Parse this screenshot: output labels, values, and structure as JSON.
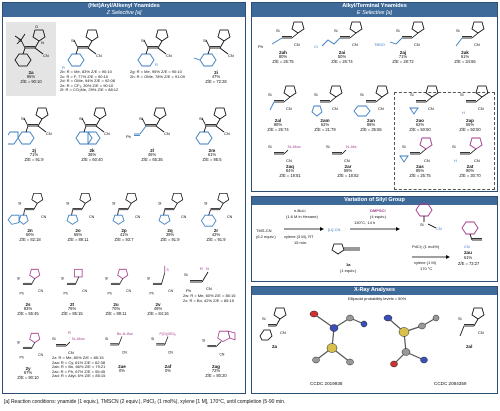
{
  "left_panel": {
    "title": "(Het)Aryl/Alkenyl Ynamides",
    "subtitle": "Z Selective [a]",
    "entries": [
      {
        "id": "2a",
        "pct": "96%",
        "ez": "Z/E = 90:10"
      },
      {
        "id": "2d",
        "pct": "",
        "ez": ""
      },
      {
        "id": "2h",
        "pct": "",
        "ez": ""
      },
      {
        "id": "2i",
        "pct": "47%",
        "ez": "Z/E = 72:28"
      },
      {
        "id": "2j",
        "pct": "71%",
        "ez": "Z/E = 91:9"
      },
      {
        "id": "2k",
        "pct": "36%",
        "ez": "Z/E = 60:40"
      },
      {
        "id": "2l",
        "pct": "46%",
        "ez": "Z/E = 65:35"
      },
      {
        "id": "2m",
        "pct": "61%",
        "ez": "Z/E = 95:5"
      },
      {
        "id": "2n",
        "pct": "60%",
        "ez": "Z/E = 82:18"
      },
      {
        "id": "2o",
        "pct": "65%",
        "ez": "Z/E = 89:11"
      },
      {
        "id": "2p",
        "pct": "41%",
        "ez": "Z/E = 93:7"
      },
      {
        "id": "2q",
        "pct": "39%",
        "ez": "Z/E = 91:9"
      },
      {
        "id": "2r",
        "pct": "43%",
        "ez": "Z/E = 91:9"
      },
      {
        "id": "2s",
        "pct": "83%",
        "ez": "Z/E = 55:45"
      },
      {
        "id": "2t",
        "pct": "76%",
        "ez": "Z/E = 85:15"
      },
      {
        "id": "2u",
        "pct": "70%",
        "ez": "Z/E = 89:11"
      },
      {
        "id": "2v",
        "pct": "49%",
        "ez": "Z/E = 84:16"
      },
      {
        "id": "2y",
        "pct": "67%",
        "ez": "Z/E = 90:10"
      },
      {
        "id": "2ae",
        "pct": "0%",
        "ez": ""
      },
      {
        "id": "2af",
        "pct": "0%",
        "ez": ""
      },
      {
        "id": "2ag",
        "pct": "72%",
        "ez": "Z/E = 80:20"
      }
    ],
    "variants_d": [
      "2b: R = Me, 83% Z/E = 90:10",
      "2c: R = F, 77% Z/E = 90:10",
      "2d: R = OMe, 94% Z/E = 92:08",
      "2e: R = CF₃, 30% Z/E = 90:10",
      "2f: R = CO₂Me, 29% Z/E = 88:12"
    ],
    "variants_h": [
      "2g: R = Me, 95% Z/E = 90:10",
      "2h: R = OMe, 78% Z/E = 91:09"
    ],
    "variants_w": [
      "2w: R = Me, 60% Z/E = 85:15",
      "2x: R = Bn, 42% Z/E = 85:15"
    ],
    "variants_y": [
      "2z: R = Me, 80% Z/E = 85:15",
      "2aa: R = Cy, 61% Z/E = 62:38",
      "2ab: R = Bn, 66% Z/E = 79:21",
      "2ac: R = Ph, 67% Z/E = 55:45",
      "2ad: R = Allyl, 6% Z/E = 85:15"
    ],
    "labels": {
      "r": "R",
      "ph": "Ph",
      "n_moc": "N–Moc",
      "bn_n_boc": "Bn–N–Boc",
      "n_boc": "N–Boc",
      "po_oet2": "P(O)(OEt)₂",
      "s_n": "N",
      "s_label": "S"
    }
  },
  "right_top": {
    "title": "Alkyl/Terminal Ynamides",
    "subtitle": "E Selective [a]",
    "entries": [
      {
        "id": "2ah",
        "pct": "80%",
        "ez": "Z/E = 25:75"
      },
      {
        "id": "2ai",
        "pct": "50%",
        "ez": "Z/E = 26:74"
      },
      {
        "id": "2aj",
        "pct": "71%",
        "ez": "Z/E = 28:72"
      },
      {
        "id": "2ak",
        "pct": "61%",
        "ez": "Z/E = 34:66"
      },
      {
        "id": "2al",
        "pct": "88%",
        "ez": "Z/E = 26:74"
      },
      {
        "id": "2am",
        "pct": "62%",
        "ez": "Z/E = 21:79"
      },
      {
        "id": "2an",
        "pct": "88%",
        "ez": "Z/E = 35:65"
      },
      {
        "id": "2ao",
        "pct": "62%",
        "ez": "Z/E = 50:50"
      },
      {
        "id": "2ap",
        "pct": "55%",
        "ez": "Z/E = 50:50"
      },
      {
        "id": "2aq",
        "pct": "84%",
        "ez": "Z/E = 19:81"
      },
      {
        "id": "2ar",
        "pct": "58%",
        "ez": "Z/E = 18:82"
      },
      {
        "id": "2as",
        "pct": "85%",
        "ez": "Z/E = 25:75"
      },
      {
        "id": "2at",
        "pct": "90%",
        "ez": "Z/E = 30:70"
      }
    ],
    "labels": {
      "tbso": "TBSO",
      "cl": "Cl",
      "n_moc": "N–Moc",
      "n_ms": "N–Ms",
      "h": "H"
    }
  },
  "right_mid": {
    "title": "Variation of Silyl Group",
    "reagents": [
      "TMS-CN",
      "(6.2 equiv.)",
      "n-BuLi",
      "(1.6 M in Hexane)",
      "[Li]-CN",
      "xylene (3 M), RT",
      "15 min.",
      "DMPSCl",
      "(4 equiv.)",
      "130°C, 14 h",
      "1a",
      "(1 equiv.)",
      "PdCl₂ (1 mol%)",
      "xylene (1 M)",
      "170 °C"
    ],
    "product": {
      "id": "2au",
      "pct": "61%",
      "ez": "Z/E = 73:27"
    },
    "labels": {
      "si": "Si",
      "cn": "CN"
    }
  },
  "right_bottom": {
    "title": "X-Ray Analyses",
    "subtitle": "Ellipsoid probability levels = 50%",
    "left_id": "2a",
    "right_id": "2al",
    "left_ccdc": "CCDC 2019938",
    "right_ccdc": "CCDC 2084359"
  },
  "footnote": "[a] Reaction conditions: ynamide (1 equiv.), TMSCN (2 equiv.), PdCl₂ (1 mol%), xylene [1 M], 170°C, until completion (5-90 min."
}
